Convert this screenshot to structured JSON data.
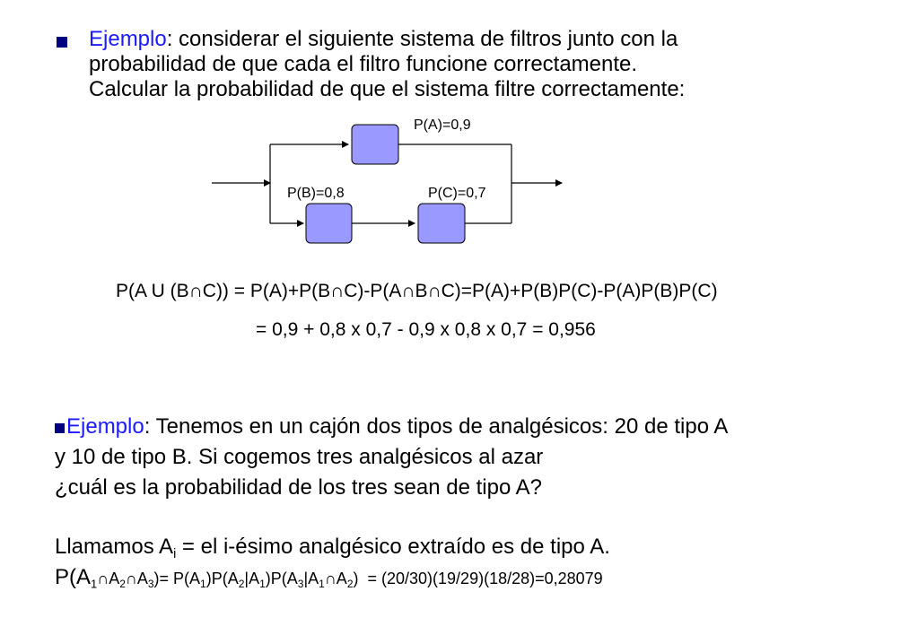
{
  "example1": {
    "keyword": "Ejemplo",
    "line1": ": considerar el siguiente sistema de filtros junto con la",
    "line2": "probabilidad de que cada el filtro funcione correctamente.",
    "line3": "Calcular la probabilidad de que el sistema filtre correctamente:"
  },
  "diagram": {
    "label_a": "P(A)=0,9",
    "label_b": "P(B)=0,8",
    "label_c": "P(C)=0,7",
    "box_color": "#9999ff"
  },
  "formula1": "P(A U (B∩C)) = P(A)+P(B∩C)-P(A∩B∩C)=P(A)+P(B)P(C)-P(A)P(B)P(C)",
  "formula2": "= 0,9 + 0,8 x 0,7 - 0,9 x 0,8 x 0,7 = 0,956",
  "example2": {
    "keyword": "Ejemplo",
    "line1": ": Tenemos en un cajón dos tipos de analgésicos: 20 de tipo A",
    "line2": "y 10 de tipo B. Si cogemos tres analgésicos al azar",
    "line3": "¿cuál es la probabilidad de los tres sean de tipo A?"
  },
  "definition": {
    "prefix": "Llamamos A",
    "sub": "i",
    "suffix": " = el i-ésimo analgésico extraído es de tipo A."
  },
  "result": {
    "p": "P(A",
    "s1": "1",
    "cap": "∩A",
    "s2": "2",
    "cap2": "∩A",
    "s3": "3",
    "eq": ")= P(A",
    "r1": "1",
    "r2": ")P(A",
    "r3": "2",
    "r4": "|A",
    "r5": "1",
    "r6": ")P(A",
    "r7": "3",
    "r8": "|A",
    "r9": "1",
    "r10": "∩A",
    "r11": "2",
    "r12": ")",
    "value": "= (20/30)(19/29)(18/28)=0,28079"
  }
}
